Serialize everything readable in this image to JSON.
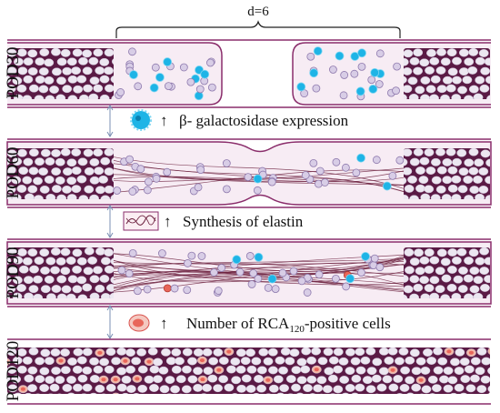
{
  "diagram": {
    "top_label": "d=6",
    "rows": [
      {
        "id": "pod30",
        "label": "POD30"
      },
      {
        "id": "pod60",
        "label": "POD60"
      },
      {
        "id": "pod90",
        "label": "POD90"
      },
      {
        "id": "pod120",
        "label": "POD120"
      }
    ],
    "annotations": [
      {
        "id": "beta-gal",
        "arrow": "↑",
        "text": "β- galactosidase expression",
        "icon": "blue-cell-icon"
      },
      {
        "id": "elastin",
        "arrow": "↑",
        "text": "Synthesis of elastin",
        "icon": "elastin-fiber-icon"
      },
      {
        "id": "rca",
        "arrow": "↑",
        "text_main": "Number of RCA",
        "text_sub": "120",
        "text_tail": "-positive cells",
        "icon": "red-cell-icon"
      }
    ],
    "colors": {
      "tissue": "#5a1a45",
      "lumen": "#f7ecf4",
      "border": "#8a2d6b",
      "cell_fill": "#ece7f1",
      "blue_cell": "#1eb4e6",
      "red_cell": "#e8665a",
      "fiber": "#6b1f3d",
      "arrow": "#7a8fb3"
    }
  }
}
